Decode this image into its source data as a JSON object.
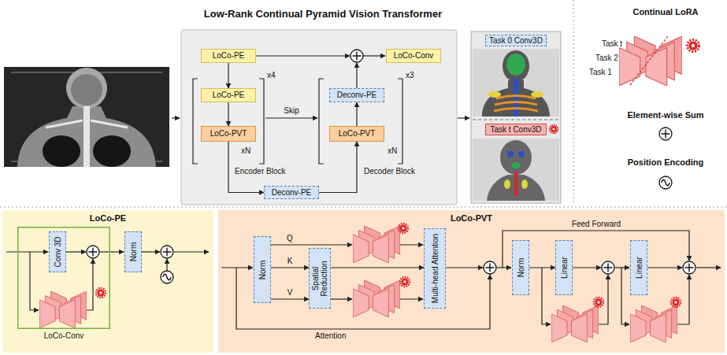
{
  "diagram": {
    "title": "Low-Rank Continual Pyramid Vision Transformer",
    "nodes": [
      {
        "text": [
          "LoCo-PE"
        ]
      },
      {
        "text": [
          "LoCo-Conv"
        ]
      },
      {
        "text": [
          "LoCo-PE"
        ]
      },
      {
        "text": [
          "LoCo-PVT"
        ]
      },
      {
        "text": [
          "Deconv-PE"
        ]
      },
      {
        "text": [
          "LoCo-PVT"
        ]
      },
      {
        "text": [
          "Deconv-PE"
        ]
      },
      {
        "text": [
          "Task 0 Conv3D"
        ]
      },
      {
        "text": [
          "Task t Conv3D"
        ]
      },
      {
        "text": [
          "LoCo-PE"
        ]
      },
      {
        "text": [
          "LoCo-Conv"
        ],
        "in": 9
      },
      {
        "text": [
          "Conv 3D"
        ],
        "in": 10
      },
      {
        "text": [
          "Norm"
        ],
        "in": 9
      },
      {
        "text": [
          "LoCo-PVT"
        ]
      },
      {
        "text": [
          "Norm"
        ],
        "in": 13
      },
      {
        "text": [
          "Spatial Reduction"
        ],
        "in": 13
      },
      {
        "text": [
          "Multi-head Attention"
        ],
        "in": 13
      },
      {
        "text": [
          "Norm"
        ],
        "in": 13
      },
      {
        "text": [
          "Linear"
        ],
        "in": 13
      },
      {
        "text": [
          "Linear"
        ],
        "in": 13
      }
    ],
    "edges": [
      {
        "from": 0,
        "to": 2,
        "arrow": "to"
      },
      {
        "from": 2,
        "to": 3,
        "arrow": "to"
      },
      {
        "from": 3,
        "to": 4,
        "arrow": "to"
      },
      {
        "from": 4,
        "to": 5,
        "arrow": "to"
      },
      {
        "from": 5,
        "to": 6,
        "arrow": "to"
      },
      {
        "from": 14,
        "to": 15,
        "label": "K",
        "arrow": "to"
      },
      {
        "from": 14,
        "to": 15,
        "label": "V",
        "arrow": "to"
      },
      {
        "from": 15,
        "to": 16,
        "arrow": "to"
      },
      {
        "from": 17,
        "to": 18,
        "arrow": "to"
      }
    ],
    "labels": [
      "x4",
      "xN",
      "Skip",
      "Encoder Block",
      "x3",
      "xN",
      "Decoder Block",
      "Task t",
      "Task 2",
      "Task 1",
      "Q",
      "Attention",
      "Feed Forward"
    ],
    "legend": [
      {
        "text": "Continual LoRA"
      },
      {
        "text": "Element-wise Sum"
      },
      {
        "text": "Position Encoding"
      }
    ]
  }
}
